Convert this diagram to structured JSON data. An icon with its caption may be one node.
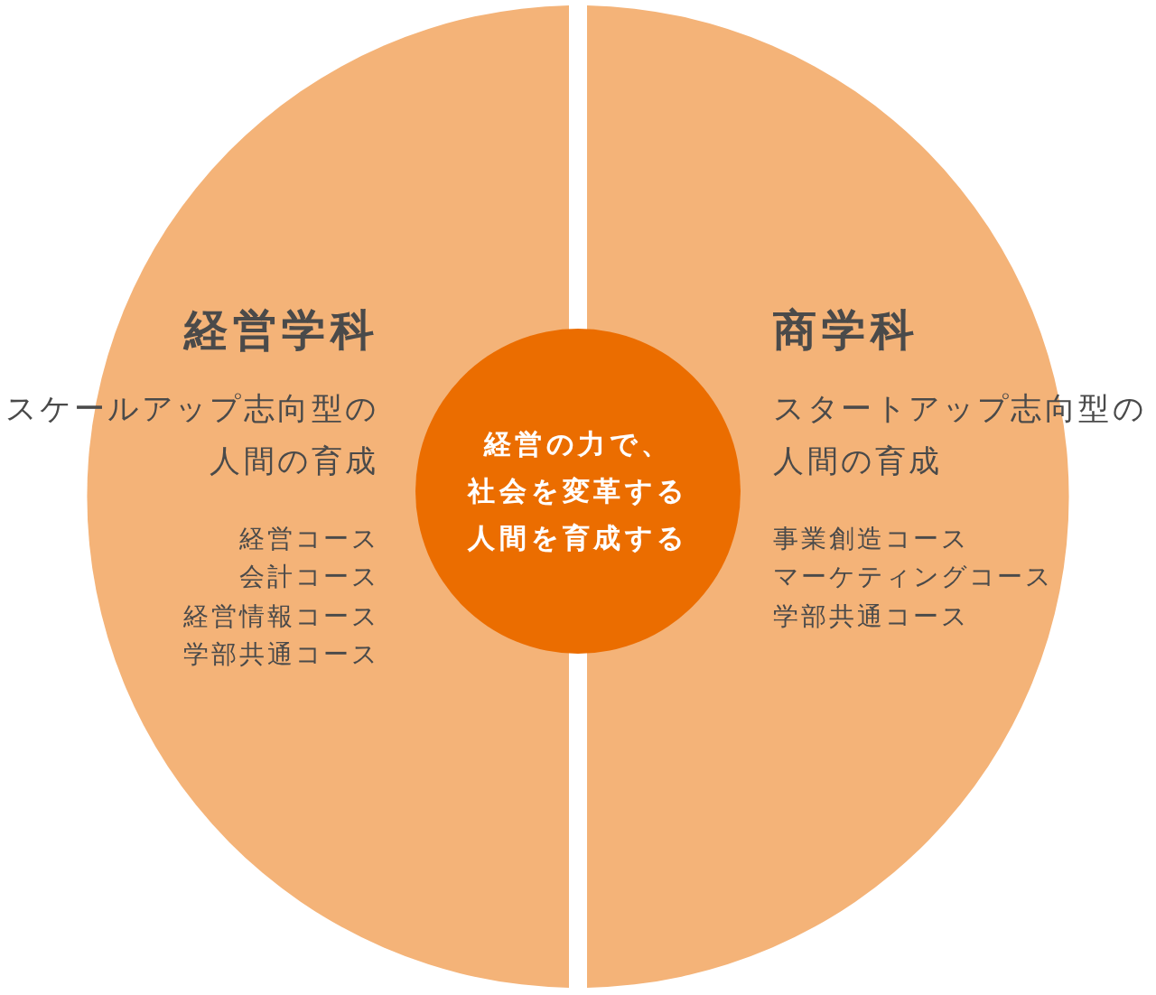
{
  "diagram": {
    "nodes": [
      {
        "text": [
          "経営学科",
          "スケールアップ志向型の人間の育成",
          "経営コース",
          "会計コース",
          "経営情報コース",
          "学部共通コース"
        ]
      },
      {
        "text": [
          "経営の力で、社会を変革する人間を育成する"
        ]
      },
      {
        "text": [
          "商学科",
          "スタートアップ志向型の人間の育成",
          "事業創造コース",
          "マーケティングコース",
          "学部共通コース"
        ]
      }
    ]
  }
}
